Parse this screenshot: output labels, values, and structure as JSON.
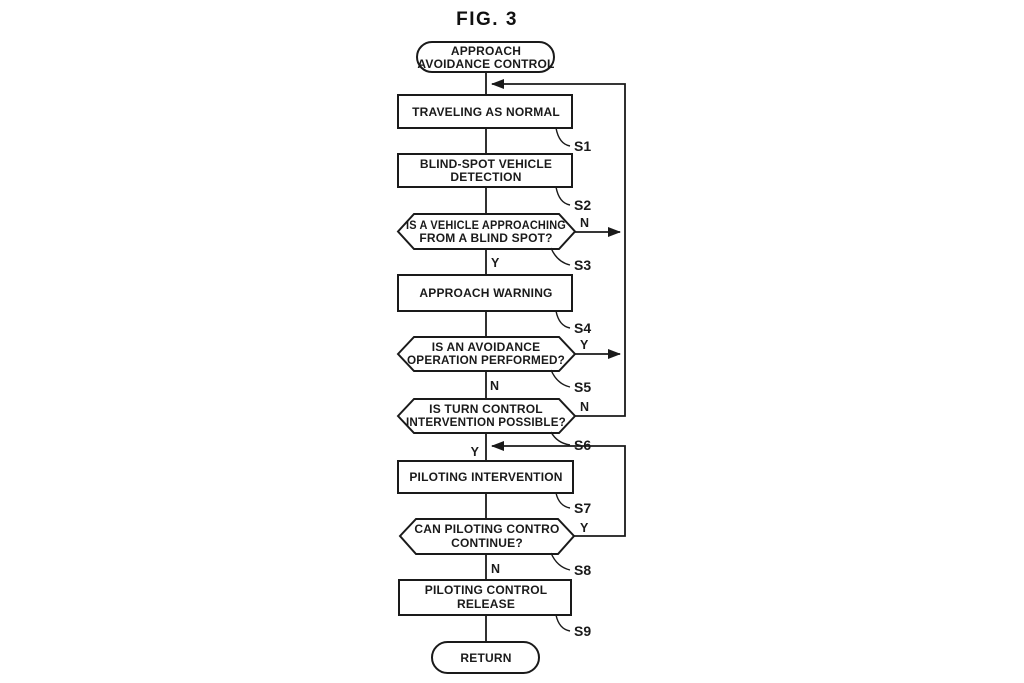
{
  "figure_title": "FIG. 3",
  "colors": {
    "line": "#1a1a1a",
    "background": "#ffffff"
  },
  "flowchart": {
    "start": {
      "line1": "APPROACH",
      "line2": "AVOIDANCE CONTROL"
    },
    "s1": {
      "label": "S1",
      "text": "TRAVELING AS NORMAL"
    },
    "s2": {
      "label": "S2",
      "line1": "BLIND-SPOT VEHICLE",
      "line2": "DETECTION"
    },
    "s3": {
      "label": "S3",
      "line1": "IS A VEHICLE APPROACHING",
      "line2": "FROM A BLIND SPOT?",
      "yes": "Y",
      "no": "N"
    },
    "s4": {
      "label": "S4",
      "text": "APPROACH WARNING"
    },
    "s5": {
      "label": "S5",
      "line1": "IS AN AVOIDANCE",
      "line2": "OPERATION PERFORMED?",
      "yes": "Y",
      "no": "N"
    },
    "s6": {
      "label": "S6",
      "line1": "IS TURN CONTROL",
      "line2": "INTERVENTION POSSIBLE?",
      "yes": "Y",
      "no": "N"
    },
    "s7": {
      "label": "S7",
      "text": "PILOTING INTERVENTION"
    },
    "s8": {
      "label": "S8",
      "line1": "CAN PILOTING CONTRO",
      "line2": "CONTINUE?",
      "yes": "Y",
      "no": "N"
    },
    "s9": {
      "label": "S9",
      "line1": "PILOTING CONTROL",
      "line2": "RELEASE"
    },
    "end": {
      "text": "RETURN"
    }
  }
}
